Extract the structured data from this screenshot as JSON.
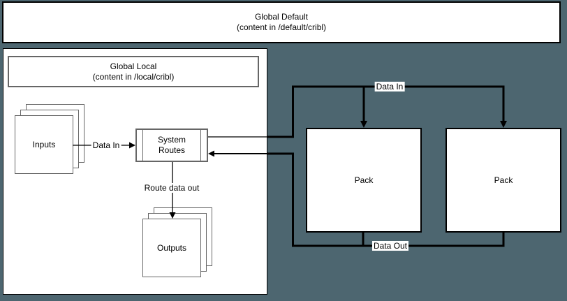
{
  "colors": {
    "background": "#4d6670",
    "box_fill": "#ffffff",
    "border_black": "#000000",
    "border_gray": "#666666",
    "wire": "#000000"
  },
  "global_default": {
    "title": "Global Default",
    "subtitle": "(content in /default/cribl)"
  },
  "global_local": {
    "title": "Global Local",
    "subtitle": "(content in /local/cribl)"
  },
  "nodes": {
    "inputs": {
      "label": "Inputs"
    },
    "system_routes": {
      "label": "System Routes"
    },
    "outputs": {
      "label": "Outputs"
    },
    "pack_left": {
      "label": "Pack"
    },
    "pack_right": {
      "label": "Pack"
    }
  },
  "edges": {
    "data_in_left": {
      "label": "Data In"
    },
    "route_data_out": {
      "label": "Route data out"
    },
    "data_in_top": {
      "label": "Data In"
    },
    "data_out_bottom": {
      "label": "Data Out"
    }
  }
}
